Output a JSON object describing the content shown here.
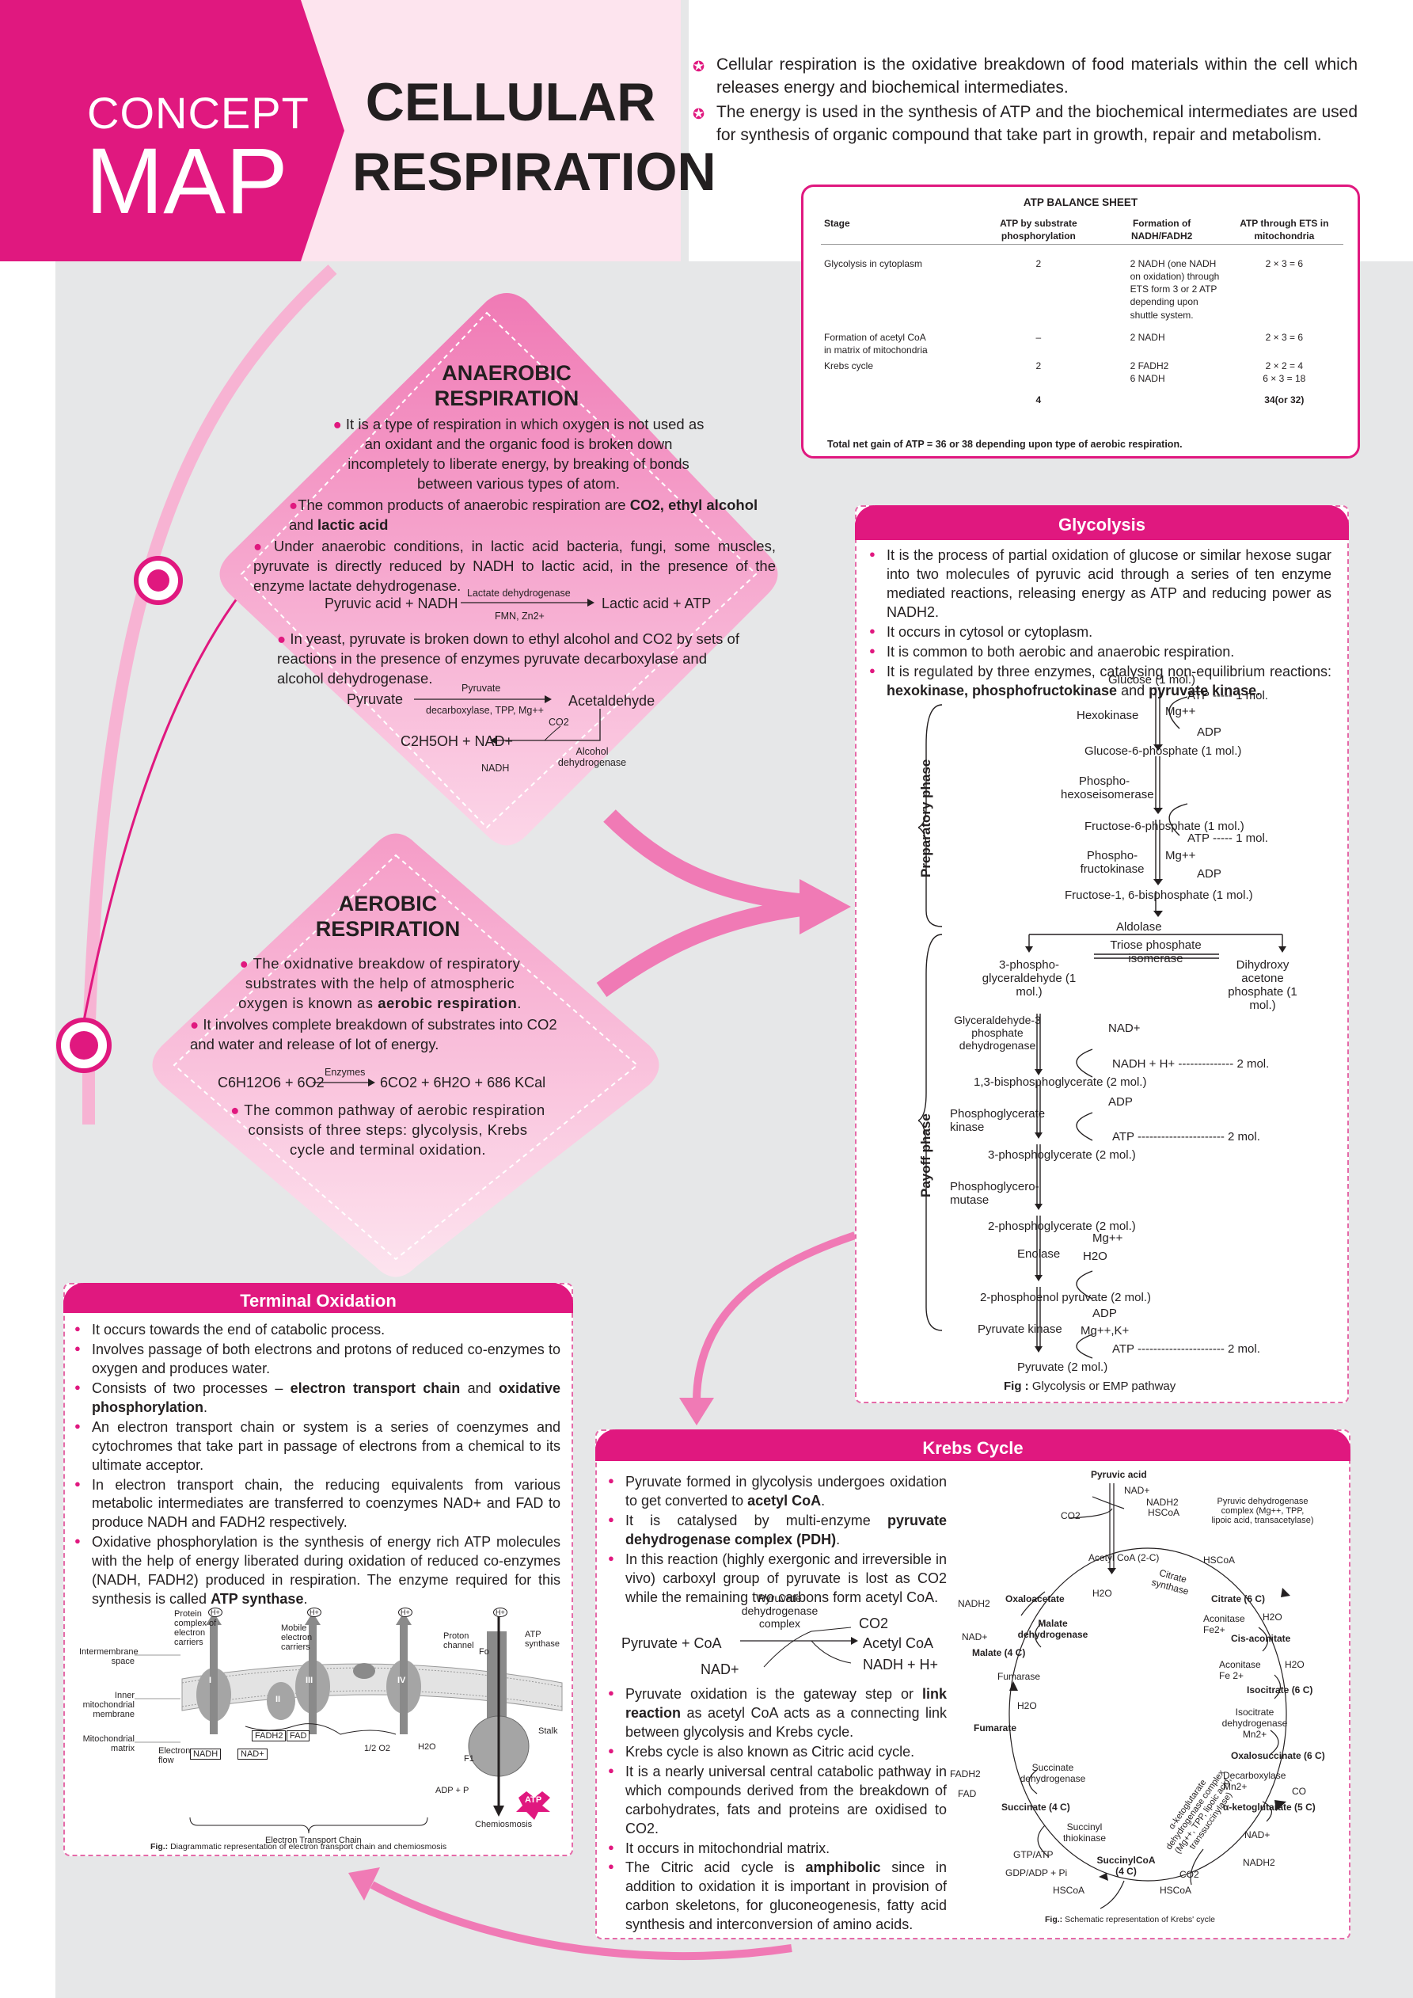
{
  "header": {
    "concept": "CONCEPT",
    "map": "MAP",
    "title_line1": "CELLULAR",
    "title_line2": "RESPIRATION",
    "intro": [
      "Cellular respiration is the oxidative breakdown of food materials within the cell which releases energy and biochemical intermediates.",
      "The energy is used in the synthesis of ATP and the biochemical intermediates are used for synthesis of organic compound that take part in growth, repair and metabolism."
    ]
  },
  "atp_sheet": {
    "title": "ATP BALANCE SHEET",
    "headers": [
      "Stage",
      "ATP by substrate phosphorylation",
      "Formation of NADH/FADH2",
      "ATP through ETS in mitochondria"
    ],
    "rows": [
      [
        "Glycolysis in cytoplasm",
        "2",
        "2 NADH (one NADH on oxidation) through ETS form 3 or 2 ATP depending upon shuttle system.",
        "2 × 3 = 6"
      ],
      [
        "Formation of acetyl CoA in matrix of mitochondria",
        "–",
        "2 NADH",
        "2 × 3 = 6"
      ],
      [
        "Krebs cycle",
        "2",
        "2 FADH2\n6 NADH",
        "2 × 2 = 4\n6 × 3 = 18"
      ],
      [
        "",
        "4",
        "",
        "34(or 32)"
      ]
    ],
    "footer": "Total net gain of ATP = 36 or 38 depending upon type of aerobic respiration."
  },
  "anaerobic": {
    "title1": "ANAEROBIC",
    "title2": "RESPIRATION",
    "p1": "It is a type of respiration in which oxygen is not used as an oxidant and the organic food is broken down incompletely to liberate energy, by breaking of bonds between various types of atom.",
    "p2a": "The common products of anaerobic respiration are ",
    "p2b": "CO2, ethyl alcohol",
    "p2c": " and ",
    "p2d": "lactic acid",
    "p3": "Under anaerobic conditions, in lactic acid bacteria, fungi, some muscles, pyruvate is directly reduced by NADH to lactic acid, in the presence of the enzyme lactate dehydrogenase.",
    "eq1_left": "Pyruvic acid + NADH",
    "eq1_enzyme": "Lactate dehydrogenase",
    "eq1_cofactor": "FMN, Zn2+",
    "eq1_right": "Lactic acid + ATP",
    "p4": "In yeast, pyruvate is broken down to ethyl alcohol and CO2 by sets of reactions in the presence of enzymes pyruvate decarboxylase and alcohol dehydrogenase.",
    "eq2_left": "Pyruvate",
    "eq2_enzyme": "Pyruvate",
    "eq2_cofactor": "decarboxylase, TPP, Mg++",
    "eq2_right": "Acetaldehyde",
    "eq2_co2": "CO2",
    "eq2_product": "C2H5OH + NAD+",
    "eq2_nadh": "NADH",
    "eq2_enzyme2": "Alcohol dehydrogenase"
  },
  "aerobic": {
    "title1": "AEROBIC",
    "title2": "RESPIRATION",
    "p1a": "The oxidnative breakdow of respiratory substrates with the help of atmospheric oxygen is known as ",
    "p1b": "aerobic respiration",
    "p2": "It involves complete breakdown of substrates into CO2 and water and release of lot of energy.",
    "eq_left": "C6H12O6 + 6O2",
    "eq_enzyme": "Enzymes",
    "eq_right": "6CO2 + 6H2O + 686 KCal",
    "p3": "The common pathway of aerobic respiration consists of three steps: glycolysis, Krebs cycle and terminal oxidation."
  },
  "glycolysis": {
    "title": "Glycolysis",
    "bullets": [
      "It is the process of partial oxidation of glucose or similar hexose sugar into two molecules of pyruvic acid through a series of ten enzyme mediated reactions, releasing energy as ATP and reducing power as NADH2.",
      "It occurs in cytosol or cytoplasm.",
      "It is common to both aerobic and anaerobic respiration."
    ],
    "b4a": "It is regulated by three enzymes, catalysing non-equilibrium reactions: ",
    "b4b": "hexokinase, phosphofructokinase",
    "b4c": " and ",
    "b4d": "pyruvate kinase",
    "prep_label": "Preparatory phase",
    "payoff_label": "Payoff phase",
    "caption_bold": "Fig :",
    "caption": " Glycolysis or EMP pathway",
    "steps": {
      "glucose": "Glucose (1 mol.)",
      "atp1": "ATP ----- 1 mol.",
      "hexokinase": "Hexokinase",
      "mg1": "Mg++",
      "adp1": "ADP",
      "g6p": "Glucose-6-phosphate (1 mol.)",
      "phi": "Phospho- hexoseisomerase",
      "f6p": "Fructose-6-phosphate (1 mol.)",
      "atp2": "ATP ----- 1 mol.",
      "pfk": "Phospho- fructokinase",
      "mg2": "Mg++",
      "adp2": "ADP",
      "f16bp": "Fructose-1, 6-bisphosphate (1 mol.)",
      "aldolase": "Aldolase",
      "tpi": "Triose phosphate isomerase",
      "g3p": "3-phospho- glyceraldehyde (1 mol.)",
      "dhap": "Dihydroxy acetone phosphate (1 mol.)",
      "g3pdh": "Glyceraldehyde-3 phosphate dehydrogenase",
      "nad": "NAD+",
      "nadh": "NADH + H+ -------------- 2 mol.",
      "bpg": "1,3-bisphosphoglycerate (2 mol.)",
      "pgk": "Phosphoglycerate kinase",
      "adp3": "ADP",
      "atp3": "ATP ---------------------- 2 mol.",
      "3pg": "3-phosphoglycerate (2 mol.)",
      "pgm": "Phosphoglycero- mutase",
      "2pg": "2-phosphoglycerate (2 mol.)",
      "mg3": "Mg++",
      "enolase": "Enolase",
      "h2o": "H2O",
      "pep": "2-phosphoenol pyruvate (2 mol.)",
      "pk": "Pyruvate kinase",
      "adp4": "ADP",
      "mgk": "Mg++,K+",
      "atp4": "ATP ---------------------- 2 mol.",
      "pyruvate": "Pyruvate (2 mol.)"
    }
  },
  "terminal": {
    "title": "Terminal Oxidation",
    "b1": "It occurs towards the end of catabolic process.",
    "b2": "Involves passage of both electrons and protons of reduced co-enzymes to oxygen and produces water.",
    "b3a": "Consists of two processes – ",
    "b3b": "electron transport chain",
    "b3c": " and ",
    "b3d": "oxidative phosphorylation",
    "b4": "An electron transport chain or system is a series of coenzymes and cytochromes that take part in passage of electrons from a chemical to its ultimate acceptor.",
    "b5": "In electron transport chain, the reducing equivalents from various metabolic intermediates are transferred to coenzymes NAD+ and FAD to produce NADH and FADH2 respectively.",
    "b6a": "Oxidative phosphorylation is the synthesis of energy rich ATP molecules with the help of energy liberated during oxidation of reduced co-enzymes (NADH, FADH2) produced in respiration. The enzyme required for this synthesis is called ",
    "b6b": "ATP synthase",
    "diagram": {
      "intermembrane": "Intermembrane space",
      "inner": "Inner mitochondrial membrane",
      "matrix": "Mitochondrial matrix",
      "protein": "Protein complex of electron carriers",
      "mobile": "Mobile electron carriers",
      "channel": "Proton channel",
      "fo": "Fo",
      "f1": "F1",
      "synthase": "ATP synthase",
      "stalk": "Stalk",
      "eflow": "Electron flow",
      "nadh": "NADH",
      "nadp": "NAD+",
      "fadh": "FADH2",
      "fad": "FAD",
      "h2o": "H2O",
      "adp": "ADP + P",
      "atp": "ATP",
      "chemiosmosis": "Chemiosmosis",
      "etc": "Electron Transport Chain",
      "h": "H+",
      "o2": "1/2 O2",
      "c1": "I",
      "c2": "II",
      "c3": "III",
      "c4": "IV"
    },
    "caption_bold": "Fig.:",
    "caption": " Diagrammatic representation of electron transport chain and chemiosmosis"
  },
  "krebs": {
    "title": "Krebs Cycle",
    "b1a": "Pyruvate formed in glycolysis undergoes oxidation to get converted to ",
    "b1b": "acetyl CoA",
    "b2a": "It is catalysed by multi-enzyme ",
    "b2b": "pyruvate dehydrogenase complex (PDH)",
    "b3": "In this reaction (highly exergonic and irreversible in vivo) carboxyl group of pyruvate is lost as CO2 while the remaining two carbons form acetyl CoA.",
    "eq_enzyme": "Pyruvate dehydrogenase complex",
    "eq_left": "Pyruvate + CoA",
    "eq_nad": "NAD+",
    "eq_co2": "CO2",
    "eq_acetyl": "Acetyl CoA",
    "eq_nadh": "NADH + H+",
    "b4a": "Pyruvate oxidation is the gateway step or ",
    "b4b": "link reaction",
    "b4c": " as acetyl CoA acts as a connecting link between glycolysis and Krebs cycle.",
    "b5": "Krebs cycle is also known as Citric acid cycle.",
    "b6": "It is a nearly universal central catabolic pathway in which compounds derived from the breakdown of carbohydrates, fats and proteins are oxidised to CO2.",
    "b7": "It occurs in mitochondrial matrix.",
    "b8a": "The Citric acid cycle is ",
    "b8b": "amphibolic",
    "b8c": " since in addition to oxidation it is important in provision of carbon skeletons, for gluconeogenesis, fatty acid synthesis and interconversion of amino acids.",
    "cycle": {
      "pyruvic": "Pyruvic acid",
      "nadp": "NAD+",
      "nadh2": "NADH2",
      "hscoa": "HSCoA",
      "co2": "CO2",
      "pdh": "Pyruvic dehydrogenase complex (Mg++, TPP, lipoic acid, transacetylase)",
      "acetyl": "Acetyl CoA (2-C)",
      "hscoa2": "HSCoA",
      "citrate_syn": "Citrate synthase",
      "h2o1": "H2O",
      "oxaloacetate": "Oxaloacetate",
      "citrate": "Citrate (6 C)",
      "nadh2b": "NADH2",
      "aconitase1": "Aconitase Fe2+",
      "h2o2": "H2O",
      "malate_dh": "Malate dehydrogenase",
      "nadp2": "NAD+",
      "cis": "Cis-aconitate",
      "malate": "Malate (4 C)",
      "aconitase2": "Aconitase Fe 2+",
      "h2o3": "H2O",
      "fumarase": "Fumarase",
      "isocitrate": "Isocitrate (6 C)",
      "h2o4": "H2O",
      "idh": "Isocitrate dehydrogenase Mn2+",
      "fumarate": "Fumarate",
      "oxalosuccinate": "Oxalosuccinate (6 C)",
      "fadh2": "FADH2",
      "sdh": "Succinate dehydrogenase",
      "decarbox": "Decarboxylase Mn2+",
      "fad": "FAD",
      "co2b": "CO",
      "succinate": "Succinate (4 C)",
      "akg_complex": "α-ketoglutarate dehydrogenase complex (Mg++, TPP, lipoic acid, transsuccinylase)",
      "akg": "α-ketoglutarate (5 C)",
      "thiokinase": "Succinyl thiokinase",
      "nadp3": "NAD+",
      "gtp": "GTP/ATP",
      "succoa": "SuccinylCoA (4 C)",
      "nadh2c": "NADH2",
      "gdp": "GDP/ADP + Pi",
      "co2c": "CO2",
      "hscoa3": "HSCoA",
      "hscoa4": "HSCoA"
    },
    "caption_bold": "Fig.:",
    "caption": " Schematic representation of Krebs' cycle"
  },
  "colors": {
    "magenta": "#e0187f",
    "light_pink": "#fde4ee",
    "diamond_pink": "#f5a3cb",
    "grey": "#e6e7e8"
  }
}
